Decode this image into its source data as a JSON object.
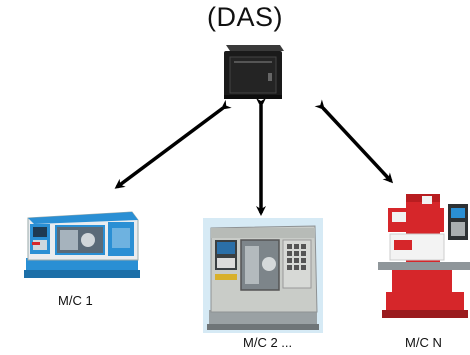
{
  "diagram": {
    "title": "(DAS)",
    "nodes": [
      {
        "id": "das",
        "kind": "data-acquisition-server",
        "icon": "server-box-icon"
      },
      {
        "id": "mc1",
        "label": "M/C 1",
        "icon": "cnc-lathe-icon"
      },
      {
        "id": "mc2",
        "label": "M/C 2 ...",
        "icon": "cnc-lathe-icon"
      },
      {
        "id": "mcn",
        "label": "M/C N",
        "icon": "milling-machine-icon"
      }
    ],
    "edges": [
      {
        "from": "das",
        "to": "mc1",
        "direction": "bidirectional"
      },
      {
        "from": "das",
        "to": "mc2",
        "direction": "bidirectional"
      },
      {
        "from": "das",
        "to": "mcn",
        "direction": "bidirectional"
      }
    ],
    "colors": {
      "arrow": "#000000",
      "lathe_blue": "#2a8fd4",
      "lathe_grey": "#c9ccc8",
      "mill_red": "#d6262a",
      "server_black": "#1a1a1a"
    }
  }
}
